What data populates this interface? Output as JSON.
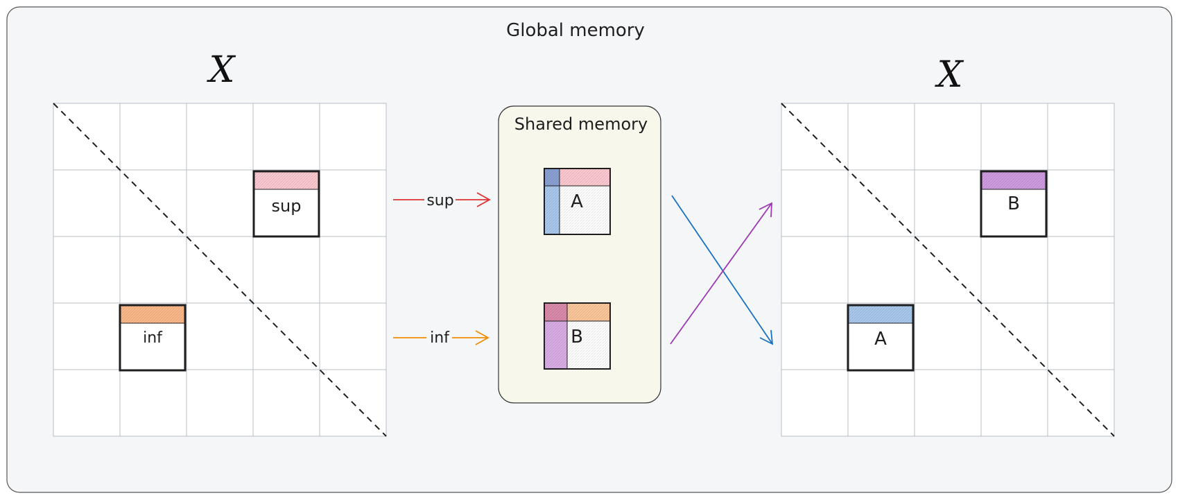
{
  "global_memory": {
    "title": "Global memory",
    "background": "#f5f6f8"
  },
  "left_matrix": {
    "label": "X",
    "rows": 5,
    "cols": 5,
    "blocks": [
      {
        "name": "sup",
        "text": "sup",
        "row": 1,
        "col": 3,
        "band_color": "#fbc9d0"
      },
      {
        "name": "inf",
        "text": "inf",
        "row": 3,
        "col": 1,
        "band_color": "#fbb98a"
      }
    ]
  },
  "right_matrix": {
    "label": "X",
    "rows": 5,
    "cols": 5,
    "blocks": [
      {
        "name": "B",
        "text": "B",
        "row": 1,
        "col": 3,
        "band_color": "#cf9be0"
      },
      {
        "name": "A",
        "text": "A",
        "row": 3,
        "col": 1,
        "band_color": "#a8c8ec"
      }
    ]
  },
  "shared_memory": {
    "title": "Shared memory",
    "background": "#f8f7ec",
    "tile_a": {
      "text": "A",
      "top_color": "#fbc9d0",
      "side_color": "#a8c8ec",
      "corner_color": "#8aa0d4"
    },
    "tile_b": {
      "text": "B",
      "top_color": "#fbc79a",
      "side_color": "#d9aee6",
      "corner_color": "#d98aaa"
    }
  },
  "arrows": {
    "sup": {
      "label": "sup",
      "color": "#e03131"
    },
    "inf": {
      "label": "inf",
      "color": "#f08c00"
    },
    "a_to_right": {
      "color": "#1971c2"
    },
    "b_to_right": {
      "color": "#9c36b5"
    }
  }
}
